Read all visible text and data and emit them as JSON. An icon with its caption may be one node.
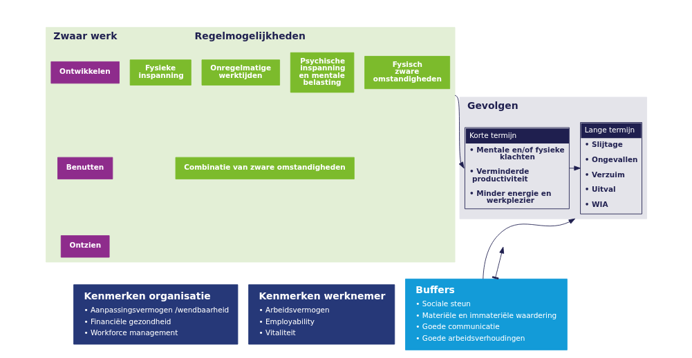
{
  "diagram": {
    "nodes": [
      {
        "text": [
          "Zwaar werk",
          "Regelmogelijkheden"
        ]
      },
      {
        "text": [
          "Fysieke inspanning"
        ],
        "in": 0
      },
      {
        "text": [
          "Psychische inspanning en mentale belasting"
        ],
        "in": 0
      },
      {
        "text": [
          "Onregelmatige werktijden"
        ],
        "in": 0
      },
      {
        "text": [
          "Fysisch zware omstandigheden"
        ],
        "in": 0
      },
      {
        "text": [
          "Combinatie van zware omstandigheden"
        ],
        "in": 0
      },
      {
        "text": [
          "Ontwikkelen"
        ],
        "in": 0
      },
      {
        "text": [
          "Benutten"
        ],
        "in": 0
      },
      {
        "text": [
          "Ontzien"
        ],
        "in": 0
      },
      {
        "text": [
          "Gevolgen"
        ]
      },
      {
        "text": [
          "Korte termijn",
          "• Mentale en/of fysieke klachten",
          "• Verminderde productiviteit",
          "• Minder energie en werkplezier"
        ],
        "in": 9
      },
      {
        "text": [
          "Lange termijn",
          "• Slijtage",
          "• Ongevallen",
          "• Verzuim",
          "• Uitval",
          "• WIA"
        ],
        "in": 9
      },
      {
        "text": [
          "Kenmerken organisatie",
          "• Aanpassingsvermogen /wendbaarheid",
          "• Financiële gezondheid",
          "• Workforce management"
        ]
      },
      {
        "text": [
          "Kenmerken werknemer",
          "• Arbeidsvermogen",
          "• Employability",
          "• Vitaliteit"
        ]
      },
      {
        "text": [
          "Buffers",
          "• Sociale steun",
          "• Materiële en immateriële waardering",
          "• Goede communicatie",
          "• Goede arbeidsverhoudingen"
        ]
      }
    ],
    "edges": [
      {
        "from": 0,
        "to": 10,
        "arrow": "to"
      },
      {
        "from": 10,
        "to": 11,
        "arrow": "to"
      },
      {
        "from": 14,
        "to": null,
        "arrow": "to"
      },
      {
        "from": 14,
        "to": 9,
        "arrow": "to"
      }
    ]
  }
}
